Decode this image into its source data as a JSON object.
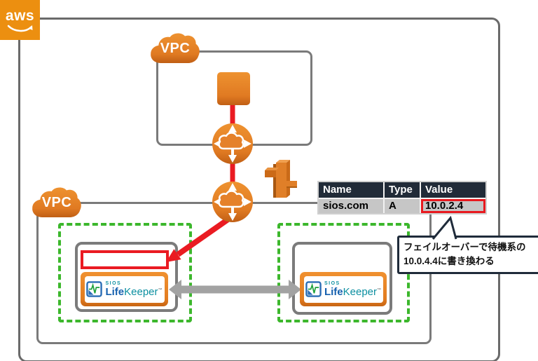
{
  "aws_logo_label": "aws",
  "vpc_top": {
    "label": "VPC"
  },
  "vpc_bottom": {
    "label": "VPC"
  },
  "dns_table": {
    "headers": [
      "Name",
      "Type",
      "Value"
    ],
    "rows": [
      [
        "sios.com",
        "A",
        "10.0.2.4"
      ]
    ],
    "highlighted_cell": "10.0.2.4"
  },
  "callout": {
    "line1": "フェイルオーバーで待機系の",
    "line2": "10.0.4.4に書き換わる"
  },
  "lifekeeper": {
    "sios": "SIOS",
    "life": "Life",
    "keeper": "Keeper",
    "tm": "™"
  },
  "icons": {
    "aws_logo": "aws-smile-arrow",
    "vpc": "orange-cloud",
    "transit_gateway": "orange-circle-cross-arrows-cloud",
    "route53": "orange-3d-route-sign",
    "ec2_instance": "orange-rounded-square",
    "lifekeeper": "blue-square-heartbeat"
  },
  "colors": {
    "aws_orange": "#E8842C",
    "failover_red": "#EA1B22",
    "subnet_green": "#3CB72C",
    "border_gray": "#7A7A7A",
    "sync_arrow_gray": "#A2A2A2",
    "table_header_bg": "#212B38",
    "table_row_bg": "#C6C6C6",
    "callout_border": "#1F2B3A",
    "lifekeeper_blue": "#1560AE",
    "lifekeeper_teal": "#0B8FA0"
  }
}
